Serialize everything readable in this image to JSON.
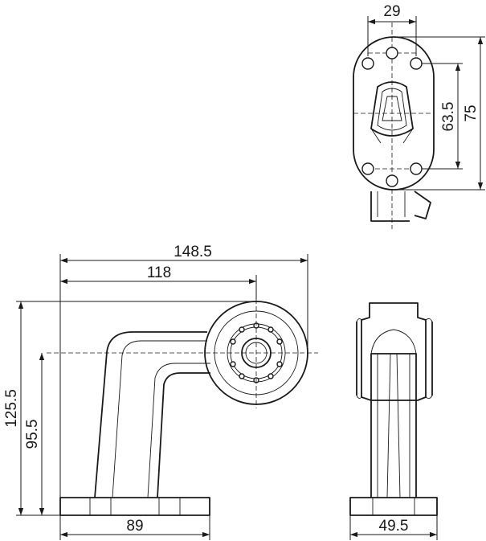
{
  "dimensions": {
    "top_width": "29",
    "top_hole_spacing": "63.5",
    "top_height": "75",
    "overall_length": "148.5",
    "lamp_center_offset": "118",
    "overall_height": "125.5",
    "lamp_center_height": "95.5",
    "base_length": "89",
    "base_width": "49.5"
  }
}
